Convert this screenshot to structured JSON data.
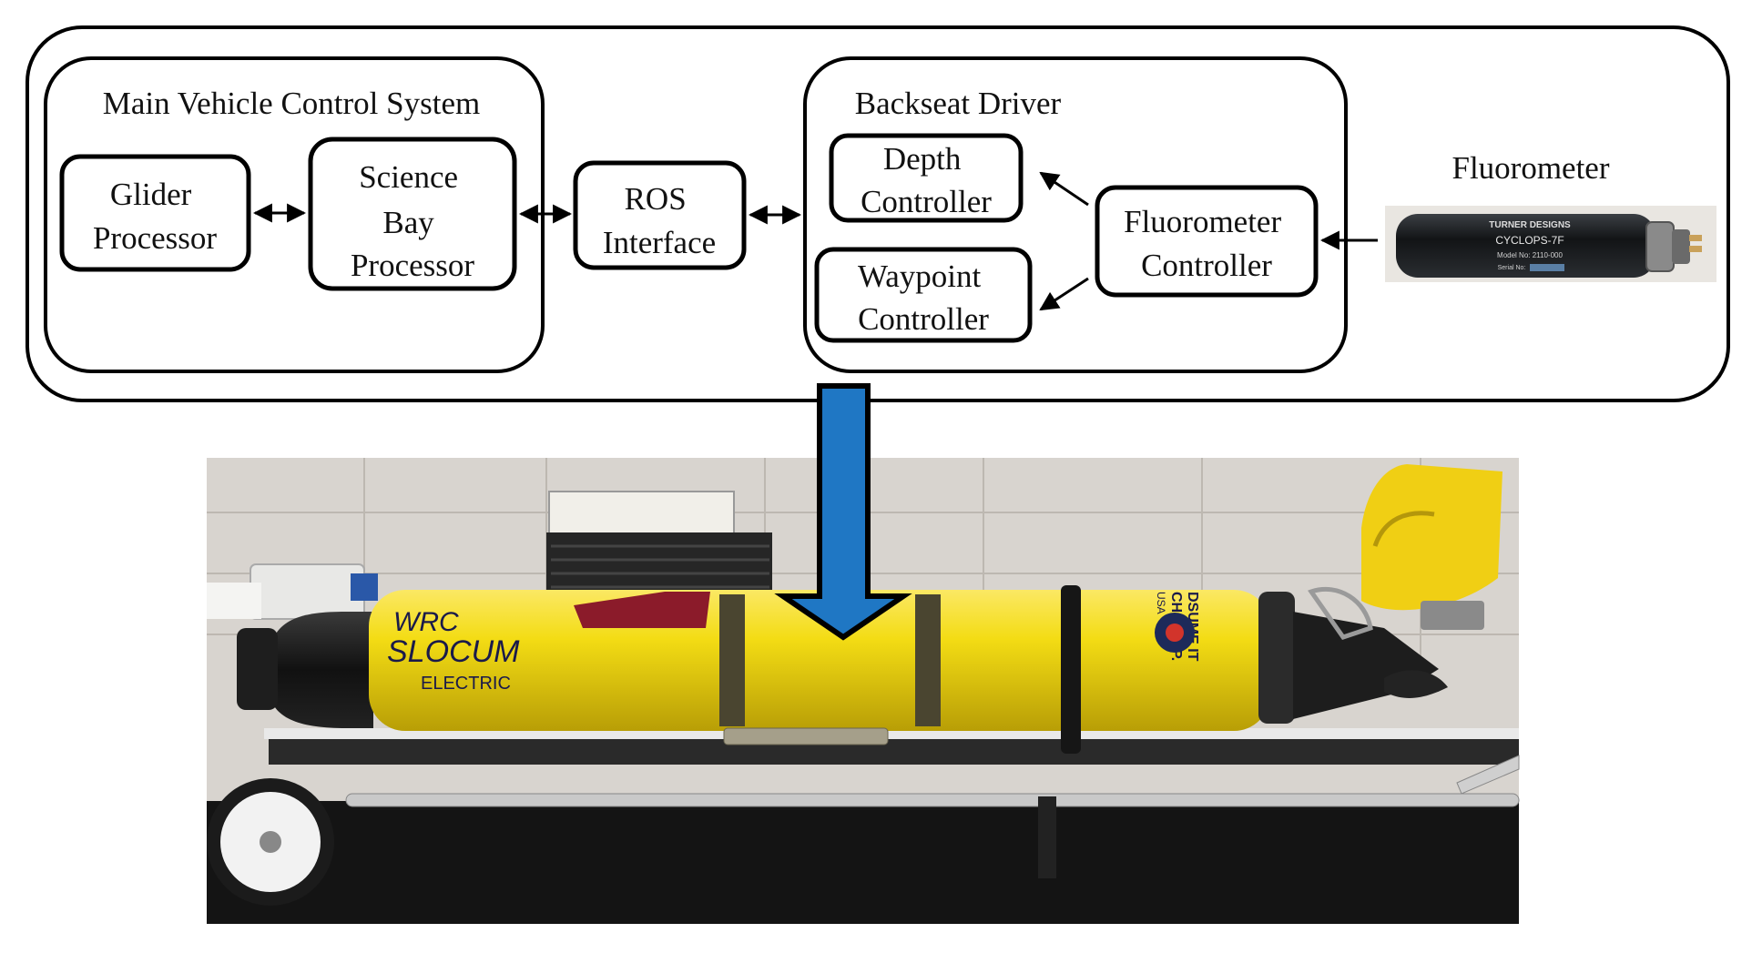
{
  "diagram": {
    "main_system": {
      "title": "Main Vehicle Control System",
      "glider_processor": [
        "Glider",
        "Processor"
      ],
      "science_bay_processor": [
        "Science",
        "Bay",
        "Processor"
      ]
    },
    "ros_interface": [
      "ROS",
      "Interface"
    ],
    "backseat_driver": {
      "title": "Backseat Driver",
      "depth_controller": [
        "Depth",
        "Controller"
      ],
      "waypoint_controller": [
        "Waypoint",
        "Controller"
      ],
      "fluorometer_controller": [
        "Fluorometer",
        "Controller"
      ]
    },
    "fluorometer": {
      "label": "Fluorometer",
      "device_brand": "TURNER DESIGNS",
      "device_model": "CYCLOPS-7F",
      "device_model_no": "Model No: 2110-000",
      "device_serial": "Serial No:"
    }
  },
  "photo": {
    "glider_text_1": "WRC",
    "glider_text_2": "SLOCUM",
    "glider_text_3": "ELECTRIC",
    "glider_side_text_1": "DSUME IT",
    "glider_side_text_2": "CH CORP.",
    "glider_side_text_3": "USA"
  },
  "colors": {
    "arrow_blue": "#1f77c4",
    "glider_yellow": "#f3dc14",
    "background_wall": "#d8d4cf"
  }
}
